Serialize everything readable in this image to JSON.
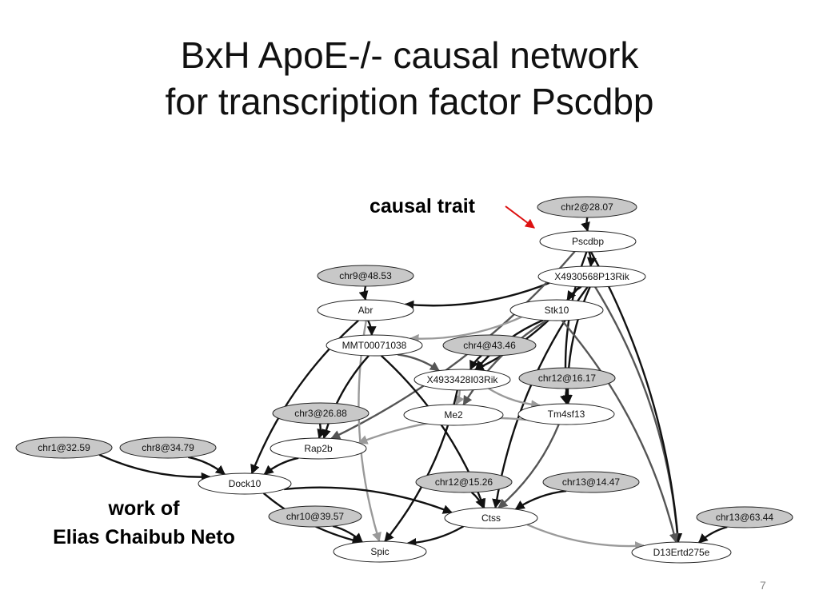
{
  "slide": {
    "title_line1": "BxH ApoE-/- causal network",
    "title_line2": "for transcription factor Pscdbp",
    "causal_trait_label": "causal trait",
    "credit_line1": "work of",
    "credit_line2": "Elias Chaibub Neto",
    "page_number": "7"
  },
  "colors": {
    "qtl_fill": "#c8c8c8",
    "gene_fill": "#ffffff",
    "edge_black": "#111111",
    "edge_gray": "#555555",
    "edge_light": "#9a9a9a",
    "pointer_red": "#dd1111"
  },
  "nodes": [
    {
      "id": "chr2_28",
      "label": "chr2@28.07",
      "kind": "qtl"
    },
    {
      "id": "Pscdbp",
      "label": "Pscdbp",
      "kind": "gene"
    },
    {
      "id": "X4930",
      "label": "X4930568P13Rik",
      "kind": "gene"
    },
    {
      "id": "chr9_48",
      "label": "chr9@48.53",
      "kind": "qtl"
    },
    {
      "id": "Abr",
      "label": "Abr",
      "kind": "gene"
    },
    {
      "id": "Stk10",
      "label": "Stk10",
      "kind": "gene"
    },
    {
      "id": "MMT",
      "label": "MMT00071038",
      "kind": "gene"
    },
    {
      "id": "chr4_43",
      "label": "chr4@43.46",
      "kind": "qtl"
    },
    {
      "id": "X4933",
      "label": "X4933428I03Rik",
      "kind": "gene"
    },
    {
      "id": "chr12_16",
      "label": "chr12@16.17",
      "kind": "qtl"
    },
    {
      "id": "chr3_26",
      "label": "chr3@26.88",
      "kind": "qtl"
    },
    {
      "id": "Me2",
      "label": "Me2",
      "kind": "gene"
    },
    {
      "id": "Tm4sf13",
      "label": "Tm4sf13",
      "kind": "gene"
    },
    {
      "id": "chr1_32",
      "label": "chr1@32.59",
      "kind": "qtl"
    },
    {
      "id": "chr8_34",
      "label": "chr8@34.79",
      "kind": "qtl"
    },
    {
      "id": "Rap2b",
      "label": "Rap2b",
      "kind": "gene"
    },
    {
      "id": "Dock10",
      "label": "Dock10",
      "kind": "gene"
    },
    {
      "id": "chr12_15",
      "label": "chr12@15.26",
      "kind": "qtl"
    },
    {
      "id": "chr13_14",
      "label": "chr13@14.47",
      "kind": "qtl"
    },
    {
      "id": "Ctss",
      "label": "Ctss",
      "kind": "gene"
    },
    {
      "id": "chr10_39",
      "label": "chr10@39.57",
      "kind": "qtl"
    },
    {
      "id": "chr13_63",
      "label": "chr13@63.44",
      "kind": "qtl"
    },
    {
      "id": "Spic",
      "label": "Spic",
      "kind": "gene"
    },
    {
      "id": "D13",
      "label": "D13Ertd275e",
      "kind": "gene"
    }
  ],
  "edges": [
    {
      "from": "chr2_28",
      "to": "Pscdbp",
      "tone": "black"
    },
    {
      "from": "Pscdbp",
      "to": "X4930",
      "tone": "black"
    },
    {
      "from": "chr9_48",
      "to": "Abr",
      "tone": "black"
    },
    {
      "from": "X4930",
      "to": "Abr",
      "tone": "black"
    },
    {
      "from": "X4930",
      "to": "Stk10",
      "tone": "black"
    },
    {
      "from": "X4930",
      "to": "X4933",
      "tone": "black"
    },
    {
      "from": "X4930",
      "to": "Tm4sf13",
      "tone": "black"
    },
    {
      "from": "X4930",
      "to": "D13",
      "tone": "gray"
    },
    {
      "from": "X4930",
      "to": "Ctss",
      "tone": "black"
    },
    {
      "from": "Pscdbp",
      "to": "D13",
      "tone": "black"
    },
    {
      "from": "Pscdbp",
      "to": "Tm4sf13",
      "tone": "black"
    },
    {
      "from": "Pscdbp",
      "to": "Rap2b",
      "tone": "gray"
    },
    {
      "from": "Abr",
      "to": "Dock10",
      "tone": "black"
    },
    {
      "from": "Abr",
      "to": "MMT",
      "tone": "black"
    },
    {
      "from": "Abr",
      "to": "Spic",
      "tone": "light"
    },
    {
      "from": "Stk10",
      "to": "MMT",
      "tone": "light"
    },
    {
      "from": "Stk10",
      "to": "X4933",
      "tone": "black"
    },
    {
      "from": "Stk10",
      "to": "D13",
      "tone": "gray"
    },
    {
      "from": "Stk10",
      "to": "Me2",
      "tone": "gray"
    },
    {
      "from": "MMT",
      "to": "X4933",
      "tone": "gray"
    },
    {
      "from": "MMT",
      "to": "Rap2b",
      "tone": "black"
    },
    {
      "from": "MMT",
      "to": "Ctss",
      "tone": "black"
    },
    {
      "from": "chr4_43",
      "to": "X4933",
      "tone": "black"
    },
    {
      "from": "X4933",
      "to": "Me2",
      "tone": "light"
    },
    {
      "from": "X4933",
      "to": "Tm4sf13",
      "tone": "light"
    },
    {
      "from": "X4933",
      "to": "Spic",
      "tone": "black"
    },
    {
      "from": "chr12_16",
      "to": "Tm4sf13",
      "tone": "black"
    },
    {
      "from": "chr3_26",
      "to": "Rap2b",
      "tone": "black"
    },
    {
      "from": "Tm4sf13",
      "to": "Rap2b",
      "tone": "light"
    },
    {
      "from": "Tm4sf13",
      "to": "Ctss",
      "tone": "gray"
    },
    {
      "from": "chr1_32",
      "to": "Dock10",
      "tone": "black"
    },
    {
      "from": "chr8_34",
      "to": "Dock10",
      "tone": "black"
    },
    {
      "from": "Rap2b",
      "to": "Dock10",
      "tone": "black"
    },
    {
      "from": "Dock10",
      "to": "Ctss",
      "tone": "black"
    },
    {
      "from": "Dock10",
      "to": "Spic",
      "tone": "black"
    },
    {
      "from": "chr12_15",
      "to": "Ctss",
      "tone": "black"
    },
    {
      "from": "chr13_14",
      "to": "Ctss",
      "tone": "black"
    },
    {
      "from": "Ctss",
      "to": "Spic",
      "tone": "black"
    },
    {
      "from": "Ctss",
      "to": "D13",
      "tone": "light"
    },
    {
      "from": "chr10_39",
      "to": "Spic",
      "tone": "black"
    },
    {
      "from": "chr13_63",
      "to": "D13",
      "tone": "black"
    }
  ]
}
